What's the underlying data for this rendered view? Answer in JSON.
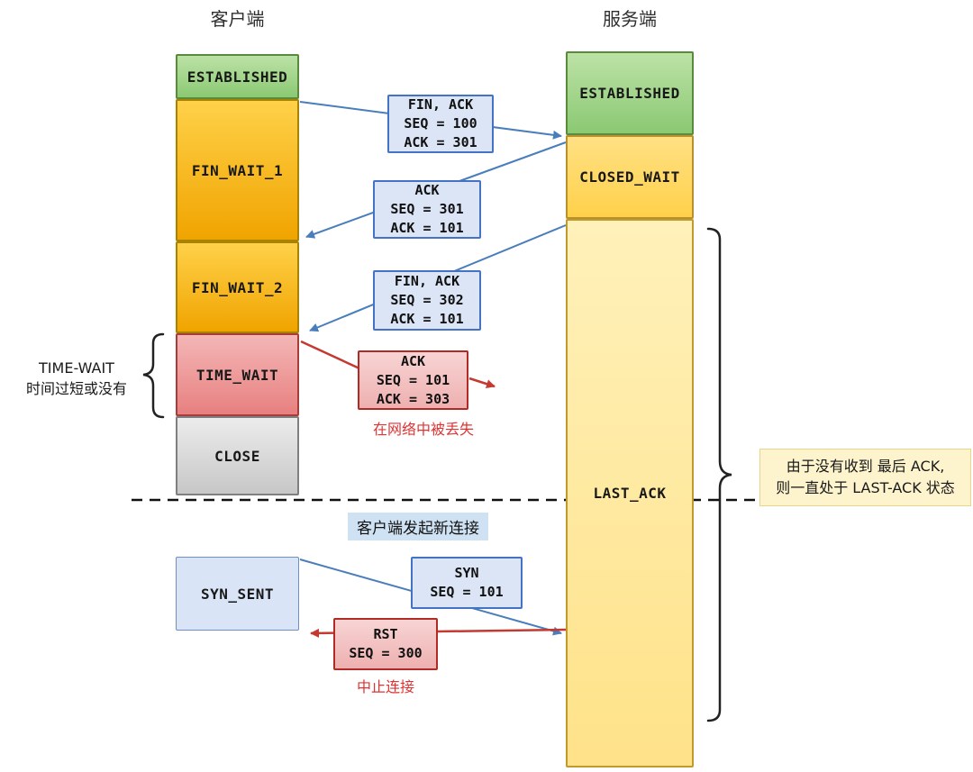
{
  "titles": {
    "client": "客户端",
    "server": "服务端"
  },
  "client_states": [
    {
      "label": "ESTABLISHED"
    },
    {
      "label": "FIN_WAIT_1"
    },
    {
      "label": "FIN_WAIT_2"
    },
    {
      "label": "TIME_WAIT"
    },
    {
      "label": "CLOSE"
    }
  ],
  "server_states": [
    {
      "label": "ESTABLISHED"
    },
    {
      "label": "CLOSED_WAIT"
    },
    {
      "label": "LAST_ACK"
    }
  ],
  "messages": [
    {
      "l1": "FIN, ACK",
      "l2": "SEQ = 100",
      "l3": "ACK = 301"
    },
    {
      "l1": "ACK",
      "l2": "SEQ = 301",
      "l3": "ACK = 101"
    },
    {
      "l1": "FIN, ACK",
      "l2": "SEQ = 302",
      "l3": "ACK = 101"
    },
    {
      "l1": "ACK",
      "l2": "SEQ = 101",
      "l3": "ACK = 303",
      "caption": "在网络中被丢失"
    },
    {
      "l1": "SYN",
      "l2": "SEQ = 101"
    },
    {
      "l1": "RST",
      "l2": "SEQ = 300",
      "caption": "中止连接"
    }
  ],
  "new_connection": {
    "title": "客户端发起新连接",
    "client_state": "SYN_SENT"
  },
  "annotations": {
    "time_wait_note_line1": "TIME-WAIT",
    "time_wait_note_line2": "时间过短或没有",
    "last_ack_note_line1": "由于没有收到 最后 ACK,",
    "last_ack_note_line2": "则一直处于 LAST-ACK 状态"
  },
  "colors": {
    "state_established": "#9fd17f",
    "state_fin_wait": "#f7b500",
    "state_time_wait": "#ed8c8c",
    "state_close": "#d9d9d9",
    "state_closed_wait": "#ffd34d",
    "state_last_ack": "#ffe9a0",
    "message_blue_fill": "#dbe5f5",
    "message_blue_border": "#4472c4",
    "message_red_fill": "#f3c1c1",
    "message_red_border": "#b02b24",
    "arrow_blue": "#4a7ebb",
    "arrow_red": "#c43a31",
    "note_yellow": "#fdf3cd",
    "highlight_blue": "#cfe2f3",
    "caption_red": "#e03333"
  }
}
